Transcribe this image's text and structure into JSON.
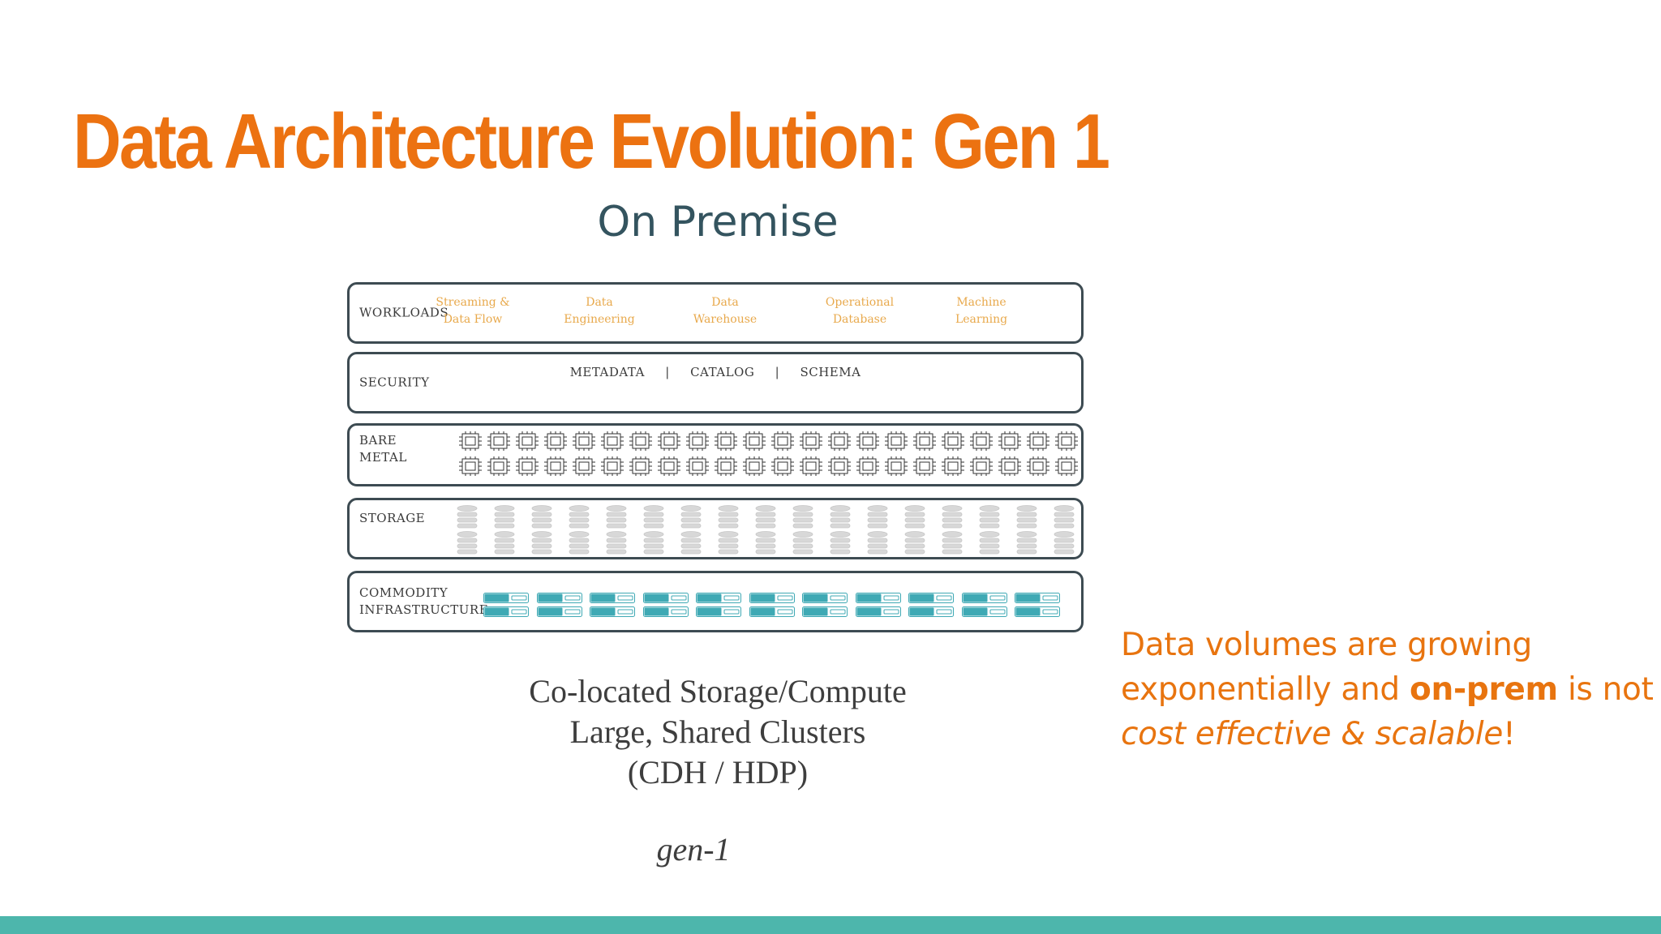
{
  "title": "Data Architecture Evolution: Gen 1",
  "diagram": {
    "title": "On Premise",
    "layers": {
      "workloads": {
        "label": "WORKLOADS",
        "items": [
          {
            "line1": "Streaming &",
            "line2": "Data Flow"
          },
          {
            "line1": "Data",
            "line2": "Engineering"
          },
          {
            "line1": "Data",
            "line2": "Warehouse"
          },
          {
            "line1": "Operational",
            "line2": "Database"
          },
          {
            "line1": "Machine",
            "line2": "Learning"
          }
        ]
      },
      "security": {
        "label": "SECURITY",
        "items": [
          "METADATA",
          "|",
          "CATALOG",
          "|",
          "SCHEMA"
        ]
      },
      "bare_metal": {
        "label_line1": "BARE",
        "label_line2": "METAL"
      },
      "storage": {
        "label": "STORAGE"
      },
      "commodity": {
        "label_line1": "COMMODITY",
        "label_line2": "INFRASTRUCTURE"
      }
    },
    "caption": {
      "line1": "Co-located Storage/Compute",
      "line2": "Large, Shared Clusters",
      "line3": "(CDH / HDP)"
    },
    "gen_label": "gen-1"
  },
  "note": {
    "part1": "Data volumes are growing exponentially and ",
    "bold": "on-prem",
    "part2": " is not ",
    "italic": "cost effective & scalable",
    "part3": "!"
  },
  "colors": {
    "title": "#ec7211",
    "note": "#e8740f",
    "workload_text": "#e8a94c",
    "server_teal": "#3fa9b4",
    "footer_bar": "#4db6ac"
  },
  "icons": {
    "bare_metal": "cpu-chip-icon",
    "storage": "database-disk-icon",
    "commodity": "server-rack-icon"
  }
}
